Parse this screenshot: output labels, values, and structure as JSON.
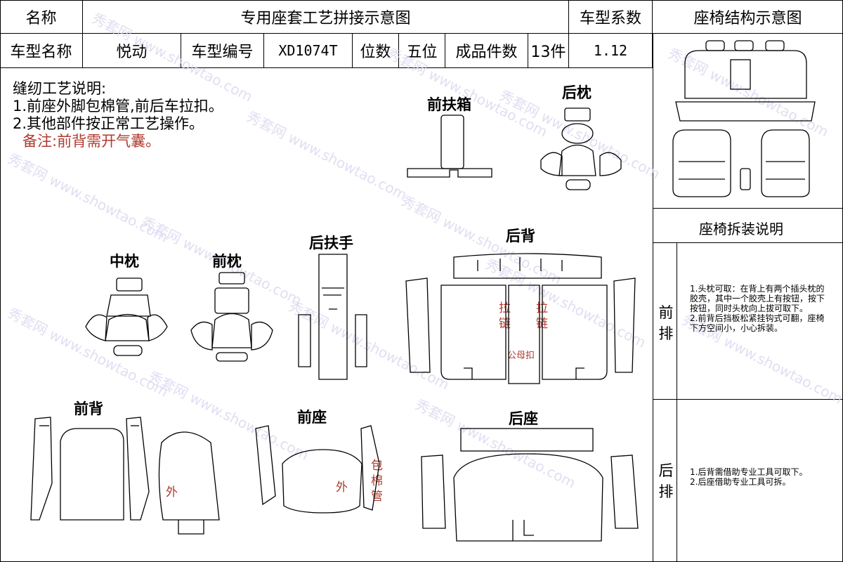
{
  "header": {
    "name_label": "名称",
    "title": "专用座套工艺拼接示意图",
    "coef_label": "车型系数",
    "struct_title": "座椅结构示意图"
  },
  "info": {
    "model_name_label": "车型名称",
    "model_name": "悦动",
    "model_code_label": "车型编号",
    "model_code": "XD1074T",
    "seats_label": "位数",
    "seats": "五位",
    "pieces_label": "成品件数",
    "pieces": "13件",
    "coef": "1.12"
  },
  "notes": {
    "title": "缝纫工艺说明:",
    "line1": "1.前座外脚包棉管,前后车拉扣。",
    "line2": "2.其他部件按正常工艺操作。",
    "remark": "备注:前背需开气囊。"
  },
  "parts": {
    "front_armrest_box": "前扶箱",
    "rear_headrest": "后枕",
    "middle_headrest": "中枕",
    "front_headrest": "前枕",
    "rear_armrest": "后扶手",
    "rear_back": "后背",
    "front_back": "前背",
    "front_seat": "前座",
    "rear_seat": "后座"
  },
  "marks": {
    "zipper_left": "拉链",
    "zipper_right": "拉链",
    "center_mark": "公母扣",
    "outer_back": "外",
    "outer_seat": "外",
    "cotton_tube": "包棉管"
  },
  "side": {
    "disassembly_title": "座椅拆装说明",
    "front_row_label": "前排",
    "front_row_line1": "1.头枕可取：在背上有两个插头枕的胶壳，其中一个胶壳上有按钮，按下按钮，同时头枕向上拔可取下。",
    "front_row_line2": "2.前背后挡板松紧挂钩式可翻，座椅下方空间小，小心拆装。",
    "rear_row_label": "后排",
    "rear_row_line1": "1.后背需借助专业工具可取下。",
    "rear_row_line2": "2.后座借助专业工具可拆。"
  },
  "watermark": {
    "brand": "秀套网 www.showtao.com"
  },
  "colors": {
    "line": "#000000",
    "accent_red": "#b03a2e",
    "watermark": "#d7d4ee"
  }
}
